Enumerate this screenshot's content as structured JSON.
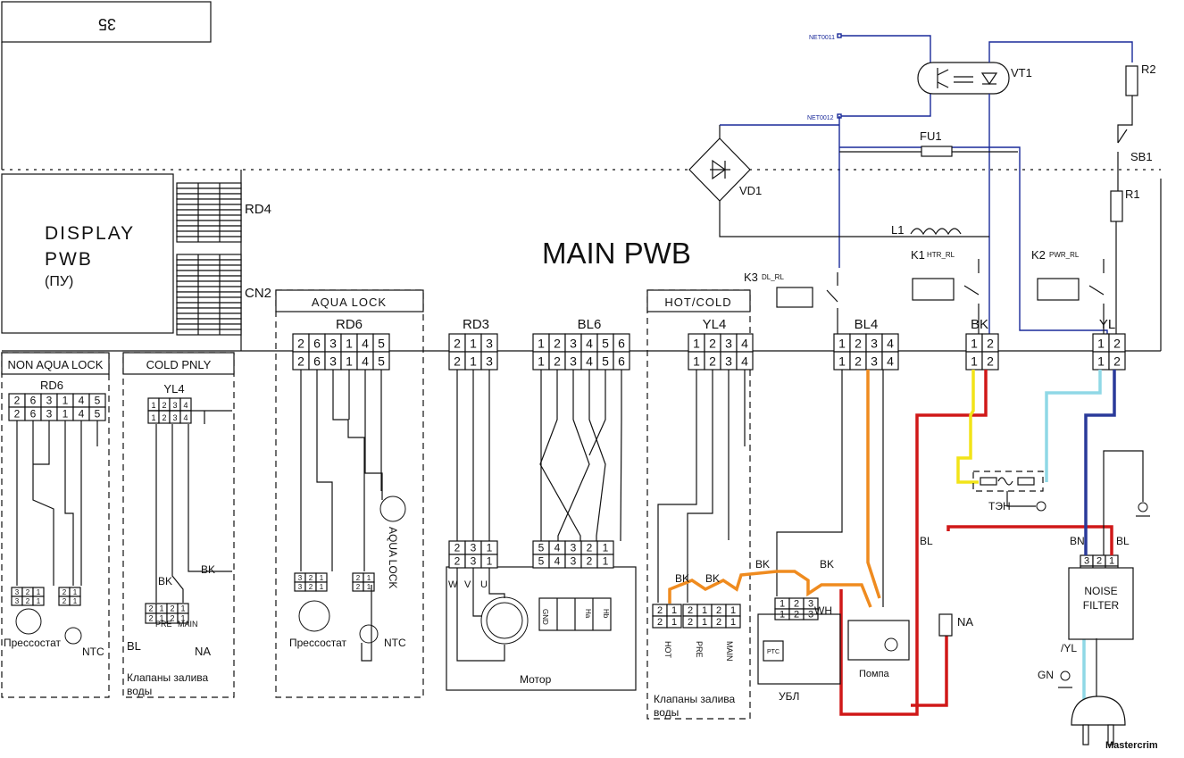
{
  "corner_label": "35",
  "display_pwb": {
    "line1": "DISPLAY",
    "line2": "PWB",
    "line3": "(ПУ)"
  },
  "main_pwb": "MAIN PWB",
  "connectors": {
    "rd4": "RD4",
    "cn2": "CN2",
    "rd6": "RD6",
    "rd3": "RD3",
    "bl6": "BL6",
    "yl4": "YL4",
    "bl4": "BL4",
    "bk": "BK",
    "yl": "YL",
    "rd6_pins": [
      "2",
      "6",
      "3",
      "1",
      "4",
      "5"
    ],
    "rd3_pins": [
      "2",
      "1",
      "3"
    ],
    "bl6_pins": [
      "1",
      "2",
      "3",
      "4",
      "5",
      "6"
    ],
    "yl4_pins": [
      "1",
      "2",
      "3",
      "4"
    ],
    "bl4_pins": [
      "1",
      "2",
      "3",
      "4"
    ],
    "two_pins": [
      "1",
      "2"
    ],
    "motor_top_pins": [
      "2",
      "3",
      "1"
    ],
    "hall_pins": [
      "5",
      "4",
      "3",
      "2",
      "1"
    ],
    "valve_pins": [
      "2",
      "1"
    ],
    "small_pins": [
      "3",
      "2",
      "1"
    ],
    "ubl_pins": [
      "1",
      "2",
      "3"
    ]
  },
  "groups": {
    "non_aqua_lock": "NON AQUA LOCK",
    "cold_only": "COLD PNLY",
    "aqua_lock": "AQUA LOCK",
    "hot_cold": "HOT/COLD"
  },
  "components": {
    "vt1": "VT1",
    "r2": "R2",
    "r1": "R1",
    "sb1": "SB1",
    "fu1": "FU1",
    "vd1": "VD1",
    "l1": "L1",
    "k1": "K1",
    "k1_sub": "HTR_RL",
    "k2": "K2",
    "k2_sub": "PWR_RL",
    "k3": "K3",
    "k3_sub": "DL_RL",
    "net11": "NET0011",
    "net12": "NET0012"
  },
  "labels": {
    "pressostat": "Прессостат",
    "ntc": "NTC",
    "valves": "Клапаны залива",
    "valves2": "воды",
    "bl": "BL",
    "na": "NA",
    "bk": "BK",
    "wh": "WH",
    "pre": "PRE",
    "main": "MAIN",
    "hot": "HOT",
    "aqua_lock_v": "AQUA LOCK",
    "motor": "Мотор",
    "w": "W",
    "v": "V",
    "u": "U",
    "gnd": "GND",
    "ha": "Ha",
    "hb": "Hb",
    "ubl": "УБЛ",
    "ptc": "PTC",
    "pump": "Помпа",
    "ten": "ТЭН",
    "noise_filter": "NOISE",
    "noise_filter2": "FILTER",
    "bn": "BN",
    "gn": "GN",
    "yl_gn": "/YL",
    "watermark": "Mastercrim"
  },
  "wire_colors": {
    "red": "#d01818",
    "orange": "#ef8b1f",
    "yellow": "#f2e418",
    "light_blue": "#8fd8e6",
    "navy": "#2a3a9a",
    "net_blue": "#1a2a9a"
  }
}
